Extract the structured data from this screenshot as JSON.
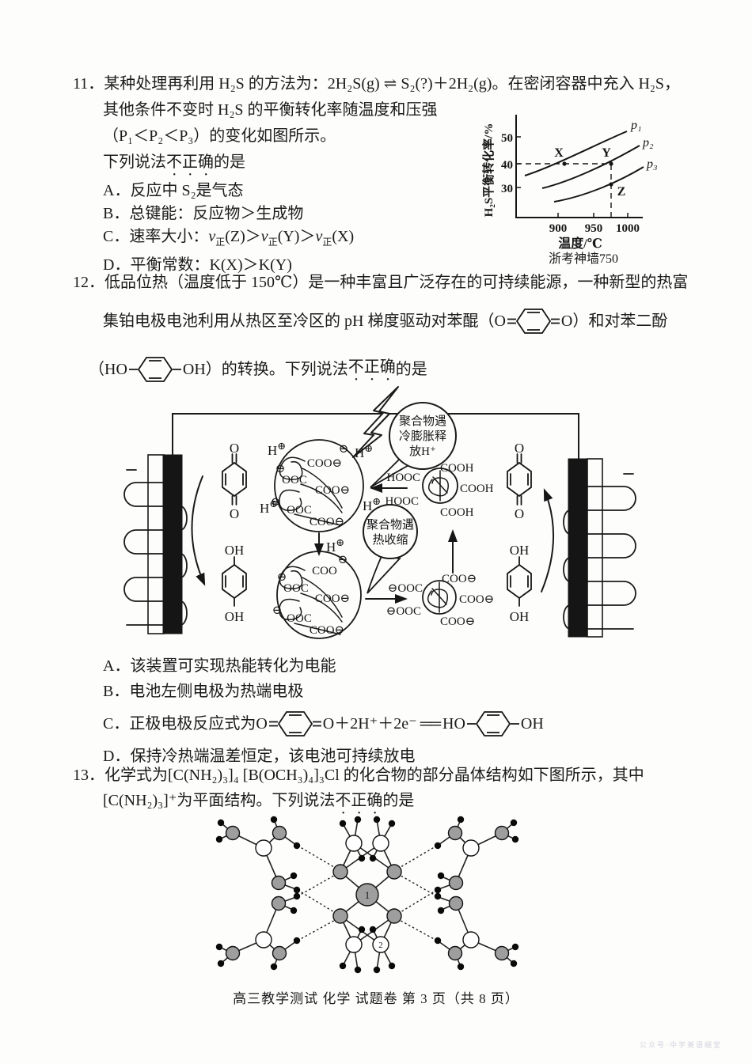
{
  "page": {
    "footer": "高三教学测试 化学 试题卷  第 3 页（共 8 页）",
    "watermark": "公众号·中学美语细堂"
  },
  "q11": {
    "num": "11．",
    "l1": "某种处理再利用 H₂S 的方法为：2H₂S(g) ⇌ S₂(?)＋2H₂(g)。在密闭容器中充入 H₂S，",
    "l2": "其他条件不变时 H₂S 的平衡转化率随温度和压强",
    "l3": "（P₁＜P₂＜P₃）的变化如图所示。",
    "l4a": "下列说法",
    "l4b": "不正确",
    "l4c": "的是",
    "optA": "A．反应中 S₂是气态",
    "optB": "B．总键能：反应物＞生成物",
    "optC": {
      "pre": "C．速率大小：",
      "v": "v",
      "sub": "正",
      "s1": "(Z)＞",
      "s2": "(Y)＞",
      "s3": "(X)"
    },
    "optD": "D．平衡常数：K(X)＞K(Y)"
  },
  "q11_graph": {
    "ylabel": "H₂S平衡转化率/%",
    "yticks": [
      "50",
      "40",
      "30"
    ],
    "xticks": [
      "900",
      "950",
      "1000"
    ],
    "xlabel": "温度/℃",
    "caption": "浙考神墙750",
    "p1": "p₁",
    "p2": "p₂",
    "p3": "p₃",
    "px": "X",
    "py": "Y",
    "pz": "Z"
  },
  "chart_data": {
    "type": "line",
    "title": "",
    "xlabel": "温度/℃",
    "ylabel": "H₂S平衡转化率/%",
    "xlim": [
      850,
      1020
    ],
    "ylim": [
      25,
      57
    ],
    "xticks": [
      900,
      950,
      1000
    ],
    "yticks": [
      30,
      40,
      50
    ],
    "grid": false,
    "series": [
      {
        "name": "p₁",
        "x": [
          860,
          900,
          950,
          1000
        ],
        "values": [
          36,
          39,
          44,
          51
        ]
      },
      {
        "name": "p₂",
        "x": [
          880,
          920,
          975,
          1010
        ],
        "values": [
          31,
          34,
          40,
          46
        ]
      },
      {
        "name": "p₃",
        "x": [
          900,
          940,
          975,
          1015
        ],
        "values": [
          26,
          28.5,
          32,
          38
        ]
      }
    ],
    "annotations": [
      {
        "label": "X",
        "x": 912,
        "y": 40,
        "on": "p₁"
      },
      {
        "label": "Y",
        "x": 975,
        "y": 40,
        "on": "p₂"
      },
      {
        "label": "Z",
        "x": 975,
        "y": 32,
        "on": "p₃"
      }
    ]
  },
  "q12": {
    "num": "12．",
    "l1": "低品位热（温度低于 150℃）是一种丰富且广泛存在的可持续能源，一种新型的热富",
    "l2a": "集铂电极电池利用从热区至冷区的 pH 梯度驱动对苯醌（O",
    "l2b": "O）和对苯二酚",
    "l3a": "（HO",
    "l3b": "OH）的转换。下列说法",
    "l3c": "不正确",
    "l3d": "的是",
    "optA": "A．该装置可实现热能转化为电能",
    "optB": "B．电池左侧电极为热端电极",
    "optC": {
      "pre": "C．正极电极反应式为O",
      "mid": "O＋2H⁺＋2e⁻",
      "eq": "══",
      "post1": "HO",
      "post2": "OH"
    },
    "optD": "D．保持冷热端温差恒定，该电池可持续放电"
  },
  "q12_diagram": {
    "bubble_cold": [
      "聚合物遇",
      "冷膨胀释",
      "放H⁺"
    ],
    "bubble_hot": [
      "聚合物遇",
      "热收缩"
    ],
    "h": "H",
    "oplus": "⊕",
    "ominus": "⊖",
    "coo_minus": "COO⊖",
    "minus_ooc": "⊖OOC",
    "coo": "COO",
    "ooc": "OOC",
    "hooc": "HOOC",
    "cooh": "COOH",
    "o": "O",
    "oh": "OH"
  },
  "q13": {
    "num": "13．",
    "l1": "化学式为[C(NH₂)₃]₄ [B(OCH₃)₄]₃Cl 的化合物的部分晶体结构如下图所示，其中",
    "l2a": "[C(NH₂)₃]⁺",
    "l2b": "为平面结构。下列说法",
    "l2c": "不正确",
    "l2d": "的是",
    "atom1": "1",
    "atom2": "2"
  }
}
